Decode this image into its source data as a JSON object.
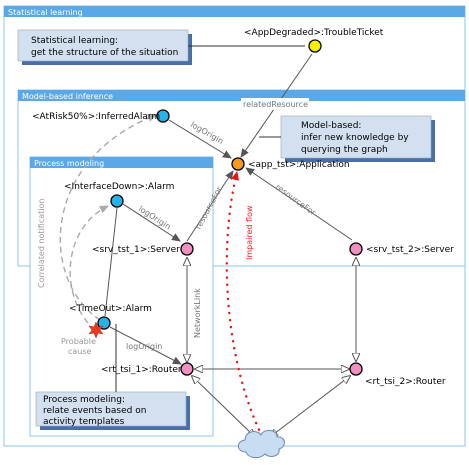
{
  "panels": {
    "statistical": "Statistical learning",
    "model_based": "Model-based inference",
    "process": "Process modeling"
  },
  "notes": {
    "statistical": [
      "Statistical learning:",
      "get the structure of the situation"
    ],
    "model_based": [
      "Model-based:",
      "infer new knowledge by",
      "querying the graph"
    ],
    "process": [
      "Process modeling:",
      "relate events based on",
      "activity templates"
    ]
  },
  "nodes": {
    "trouble_ticket": "<AppDegraded>:TroubleTicket",
    "inferred_alarm": "<AtRisk50%>:InferredAlarm",
    "application": "<app_tst>:Application",
    "interface_alarm": "<InterfaceDown>:Alarm",
    "server1": "<srv_tst_1>:Server",
    "server2": "<srv_tst_2>:Server",
    "timeout_alarm": "<TimeOut>:Alarm",
    "router1": "<rt_tsi_1>:Router",
    "router2": "<rt_tsi_2>:Router"
  },
  "edge_labels": {
    "related_resource": "relatedResource",
    "log_origin": "logOrigin",
    "resource_for": "resourceFor",
    "network_link": "NetworkLink",
    "impaired_flow": "Impaired flow",
    "correlated_notification": "Correlated notification",
    "probable_cause_1": "Probable",
    "probable_cause_2": "cause"
  },
  "colors": {
    "panel_header": "#5aa9e6",
    "panel_border": "#8cc4ee",
    "panel_fill": "#ffffff",
    "note_fill": "#d2e0f0",
    "note_shadow": "#4a6fa8",
    "node_yellow": "#f5f000",
    "node_cyan": "#23b5e8",
    "node_orange": "#f39a1e",
    "node_pink": "#ef8fc2",
    "edge_gray": "#666666",
    "dashed_gray": "#aaaaaa",
    "impaired_red": "#ee1111",
    "cloud": "#c8dcf2",
    "probable_cause_star": "#e83a1e"
  }
}
